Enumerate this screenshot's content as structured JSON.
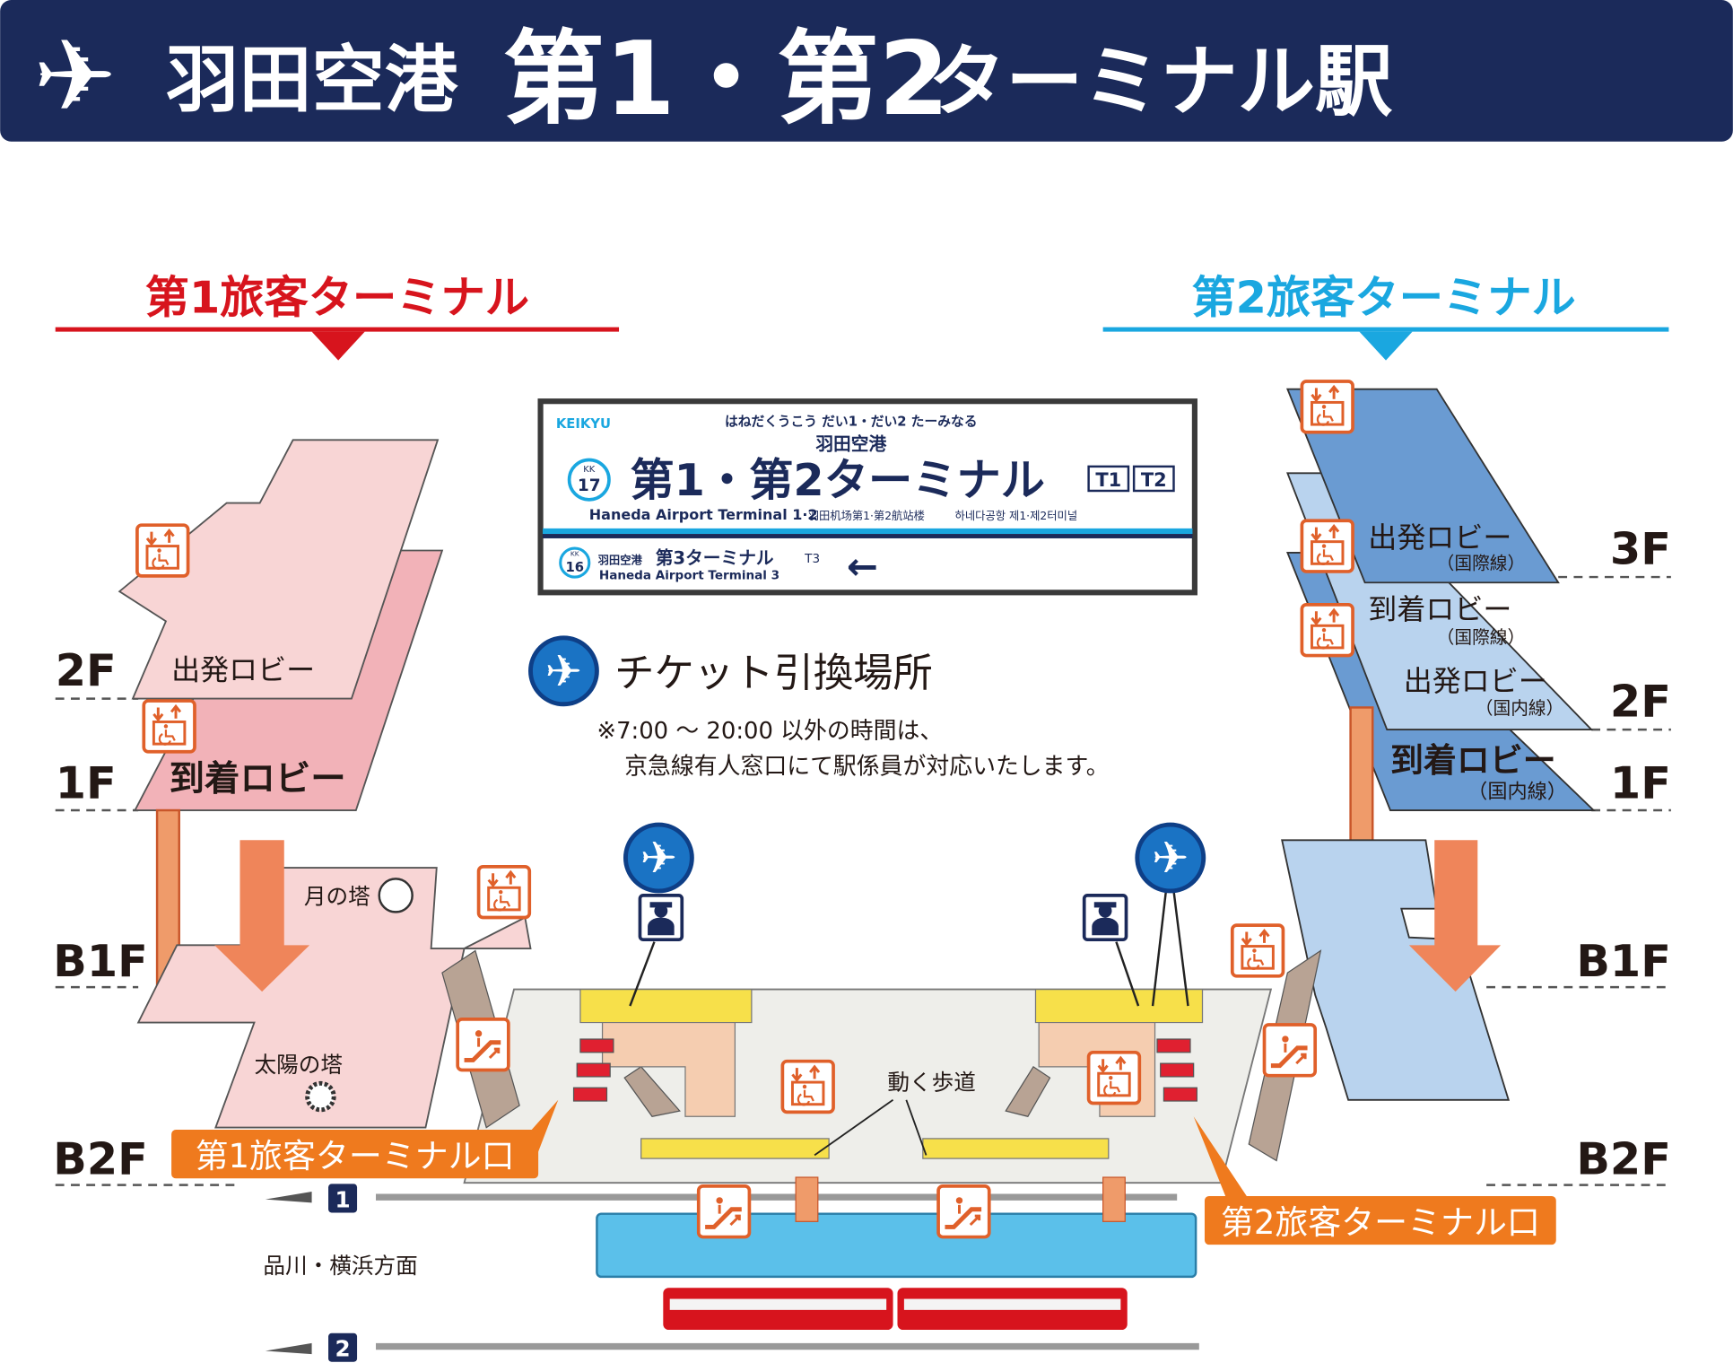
{
  "header": {
    "prefix": "羽田空港",
    "main": "第1・第2",
    "suffix": "ターミナル駅",
    "bg_color": "#1b2a5a"
  },
  "terminal1": {
    "title": "第1旅客ターミナル",
    "color": "#d7141d",
    "departure_lobby": "出発ロビー",
    "arrival_lobby": "到着ロビー",
    "moon_tower": "月の塔",
    "sun_tower": "太陽の塔",
    "exit_label": "第1旅客ターミナル口"
  },
  "terminal2": {
    "title": "第2旅客ターミナル",
    "color": "#1aa7e0",
    "dep_intl": "出発ロビー",
    "dep_intl_sub": "（国際線）",
    "arr_intl": "到着ロビー",
    "arr_intl_sub": "（国際線）",
    "dep_dom": "出発ロビー",
    "dep_dom_sub": "（国内線）",
    "arr_dom": "到着ロビー",
    "arr_dom_sub": "（国内線）",
    "exit_label": "第2旅客ターミナル口"
  },
  "floors_left": [
    "2F",
    "1F",
    "B1F",
    "B2F"
  ],
  "floors_right": [
    "3F",
    "2F",
    "1F",
    "B1F",
    "B2F"
  ],
  "station_sign": {
    "brand": "KEIKYU",
    "kana": "はねだくうこう だい1・だい2 たーみなる",
    "area": "羽田空港",
    "name": "第1・第2ターミナル",
    "badges": [
      "T1",
      "T2"
    ],
    "code_line": "KK",
    "code_num": "17",
    "english": "Haneda Airport Terminal 1·2",
    "chinese": "羽田机场第1·第2航站楼",
    "korean": "하네다공항 제1·제2터미널",
    "next_code_num": "16",
    "next_area": "羽田空港",
    "next_name": "第3ターミナル",
    "next_badge": "T3",
    "next_english": "Haneda Airport Terminal 3",
    "arrow": "←"
  },
  "ticket": {
    "title": "チケット引換場所",
    "note1": "※7:00 ～ 20:00 以外の時間は、",
    "note2": "京急線有人窓口にて駅係員が対応いたします。"
  },
  "map": {
    "moving_walkway": "動く歩道",
    "direction": "品川・横浜方面",
    "track1": "1",
    "track2": "2"
  },
  "colors": {
    "orange": "#ef7a1e",
    "pink_light": "#f8d5d5",
    "pink": "#f2b2b8",
    "blue": "#6a9bd2",
    "blue_light": "#b9d3ee",
    "platform": "#5bc0ea"
  }
}
